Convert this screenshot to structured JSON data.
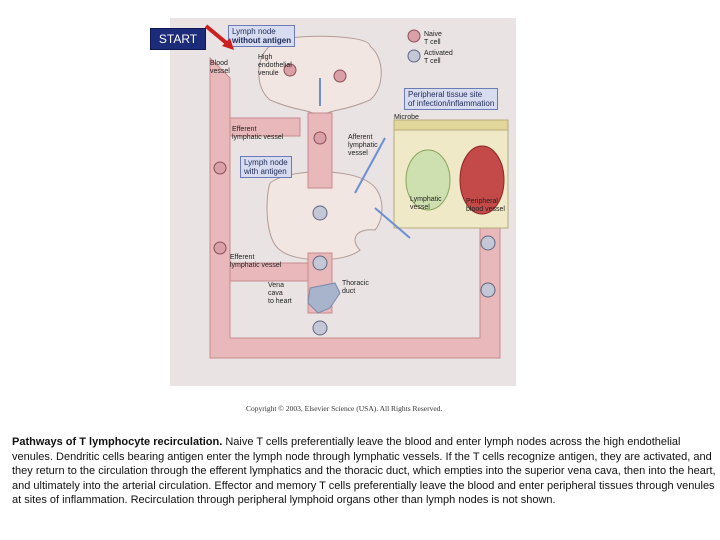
{
  "start_label": "START",
  "figure": {
    "lymph_node_no_antigen_line1": "Lymph node",
    "lymph_node_no_antigen_line2": "without antigen",
    "hev_label_line1": "High",
    "hev_label_line2": "endothelial",
    "hev_label_line3": "venule",
    "blood_vessel_line1": "Blood",
    "blood_vessel_line2": "vessel",
    "efferent_top_line1": "Efferent",
    "efferent_top_line2": "lymphatic vessel",
    "afferent_line1": "Afferent",
    "afferent_line2": "lymphatic",
    "afferent_line3": "vessel",
    "lymph_node_antigen_line1": "Lymph node",
    "lymph_node_antigen_line2": "with antigen",
    "efferent_bottom_line1": "Efferent",
    "efferent_bottom_line2": "lymphatic vessel",
    "vena_cava_line1": "Vena",
    "vena_cava_line2": "cava",
    "vena_cava_line3": "to heart",
    "thoracic_duct_line1": "Thoracic",
    "thoracic_duct_line2": "duct",
    "legend_naive_line1": "Naive",
    "legend_naive_line2": "T cell",
    "legend_activated_line1": "Activated",
    "legend_activated_line2": "T cell",
    "peripheral_tissue_line1": "Peripheral tissue site",
    "peripheral_tissue_line2": "of infection/inflammation",
    "microbe_label": "Microbe",
    "lymphatic_vessel_line1": "Lymphatic",
    "lymphatic_vessel_line2": "vessel",
    "peripheral_blood_line1": "Peripheral",
    "peripheral_blood_line2": "blood vessel"
  },
  "copyright": "Copyright © 2003, Elsevier Science (USA). All Rights Reserved.",
  "caption": {
    "title": "Pathways of T lymphocyte recirculation.",
    "body": " Naive T cells preferentially leave the blood and enter lymph nodes across the high endothelial venules. Dendritic cells bearing antigen enter the lymph node through lymphatic vessels. If the T cells recognize antigen, they are activated, and they return to the circulation through the efferent lymphatics and the thoracic duct, which empties into the superior vena cava, then into the heart, and ultimately into the arterial circulation. Effector and memory T cells preferentially leave the blood and enter peripheral tissues through venules at sites of inflammation. Recirculation through peripheral lymphoid organs other than lymph nodes is not shown."
  },
  "colors": {
    "vessel_fill": "#e8b8ba",
    "vessel_stroke": "#c98a8d",
    "node_fill": "#f1e6e2",
    "start_bg": "#1c2c7a",
    "arrow_red": "#cc1f1f",
    "arrow_blue": "#6b8fd1"
  }
}
